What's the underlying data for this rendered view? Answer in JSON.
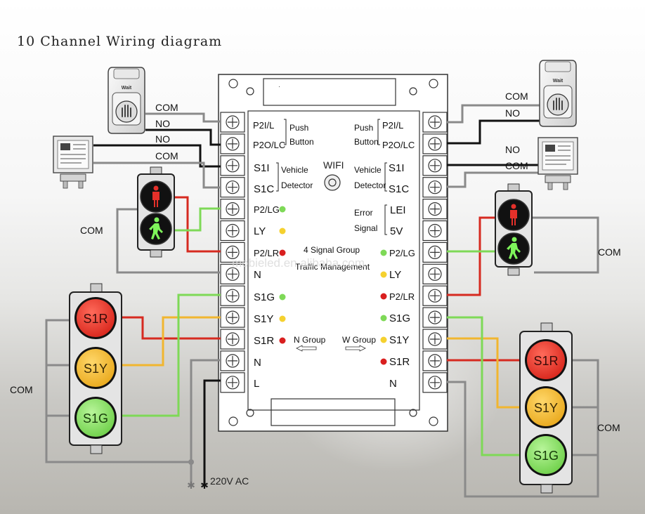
{
  "title": "10 Channel Wiring diagram",
  "watermark": "mobieled.en.alibaba.com",
  "controller": {
    "left_terminals": [
      "P2I/L",
      "P2O/LC",
      "S1I",
      "S1C",
      "P2/LG",
      "LY",
      "P2/LR",
      "N",
      "S1G",
      "S1Y",
      "S1R",
      "N",
      "L"
    ],
    "right_terminals": [
      "P2I/L",
      "P2O/LC",
      "S1I",
      "S1C",
      "LEI",
      "5V",
      "P2/LG",
      "LY",
      "P2/LR",
      "S1G",
      "S1Y",
      "S1R",
      "N"
    ],
    "push_button_label": [
      "Push",
      "Button"
    ],
    "vehicle_detector_label": [
      "Vehicle",
      "Detector"
    ],
    "wifi_label": "WIFI",
    "error_signal_label": [
      "Error",
      "Signal"
    ],
    "center_title": [
      "4 Signal Group",
      "Traffic Management"
    ],
    "n_group": "N Group",
    "w_group": "W Group",
    "colors": {
      "green": "#7ed957",
      "yellow": "#f5d12f",
      "red": "#d91f1f"
    }
  },
  "wire_labels": {
    "left_com_top": "COM",
    "left_no_1": "NO",
    "left_no_2": "NO",
    "left_com_2": "COM",
    "right_com_top": "COM",
    "right_no_1": "NO",
    "right_no_2": "NO",
    "right_com_2": "COM",
    "left_ped_com": "COM",
    "right_ped_com": "COM",
    "left_signal_com": "COM",
    "right_signal_com": "COM",
    "power": "220V AC"
  },
  "push_button": {
    "label": "Wait"
  },
  "signals": {
    "left": {
      "red": "S1R",
      "yellow": "S1Y",
      "green": "S1G"
    },
    "right": {
      "red": "S1R",
      "yellow": "S1Y",
      "green": "S1G"
    }
  },
  "wire_colors": {
    "gray": "#8a8a8a",
    "black": "#111111",
    "red": "#d62a20",
    "yellow": "#f1b62f",
    "green": "#7ed957"
  }
}
